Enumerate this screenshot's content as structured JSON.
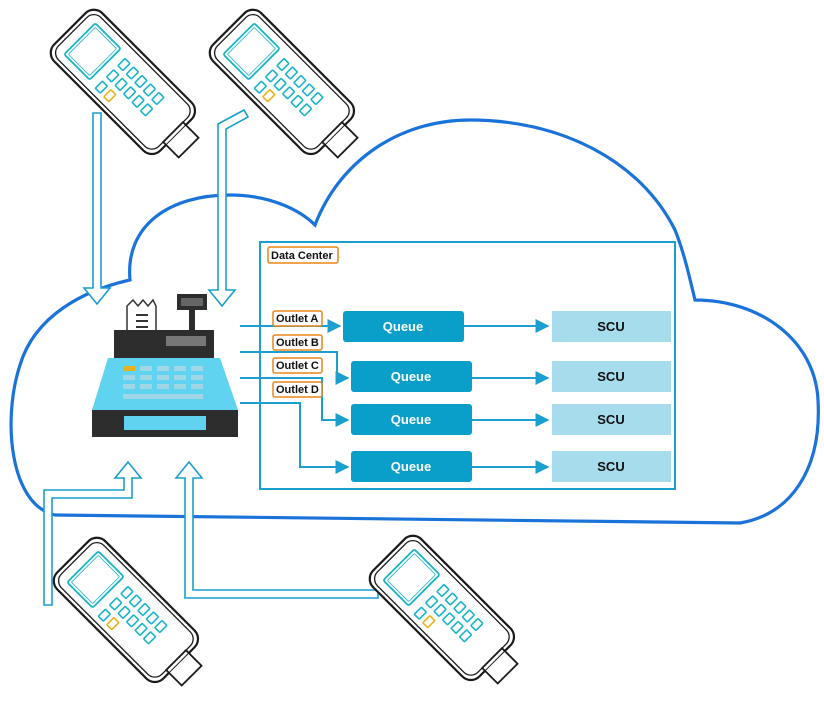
{
  "data_center": {
    "label": "Data Center",
    "outlets": [
      {
        "tag": "Outlet A",
        "queue": "Queue",
        "scu": "SCU"
      },
      {
        "tag": "Outlet B",
        "queue": "Queue",
        "scu": "SCU"
      },
      {
        "tag": "Outlet C",
        "queue": "Queue",
        "scu": "SCU"
      },
      {
        "tag": "Outlet D",
        "queue": "Queue",
        "scu": "SCU"
      }
    ]
  },
  "colors": {
    "cloud_stroke": "#1a73d9",
    "line": "#1a9fcf",
    "queue_fill": "#0a9fc8",
    "scu_fill": "#a6dcec",
    "tag_border": "#e8861a",
    "terminal_accent": "#19b5c9",
    "register_body": "#5fd3ef",
    "dark": "#2d2d2d"
  }
}
